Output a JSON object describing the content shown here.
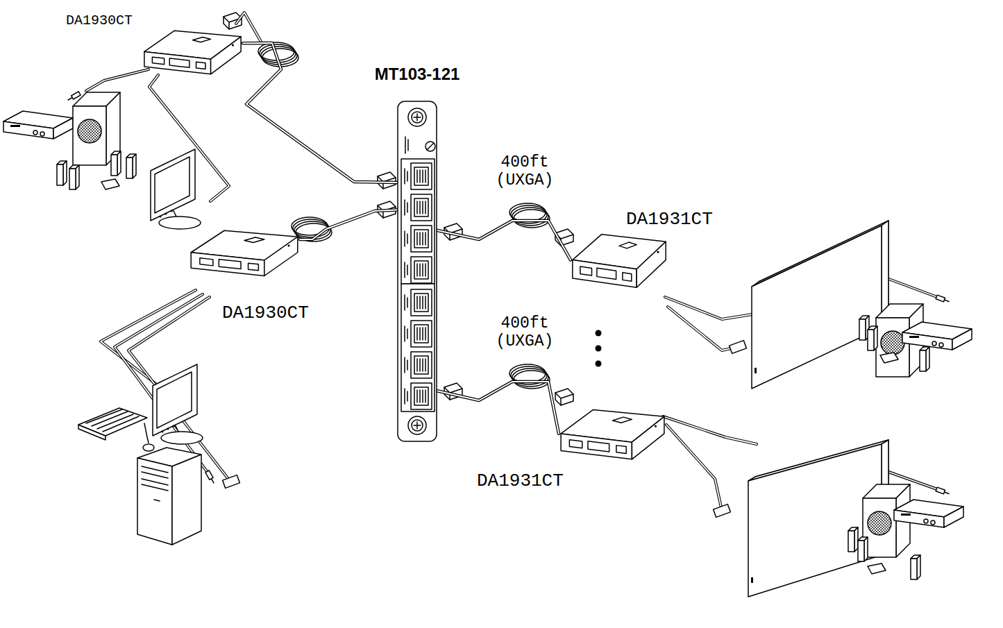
{
  "diagram": {
    "nodes": [
      {
        "text": [
          "DA1930CT"
        ]
      },
      {
        "text": [
          "MT103-121"
        ]
      },
      {
        "text": [
          "DA1930CT"
        ]
      },
      {
        "text": [
          "DA1931CT"
        ]
      },
      {
        "text": [
          "DA1931CT"
        ]
      }
    ],
    "edges": [
      {
        "from": 0,
        "to": 1,
        "arrow": "none"
      },
      {
        "from": 2,
        "to": 1,
        "arrow": "none"
      },
      {
        "from": 1,
        "to": 3,
        "label": "400ft (UXGA)",
        "arrow": "none"
      },
      {
        "from": 1,
        "to": 4,
        "label": "400ft (UXGA)",
        "arrow": "none"
      }
    ]
  }
}
